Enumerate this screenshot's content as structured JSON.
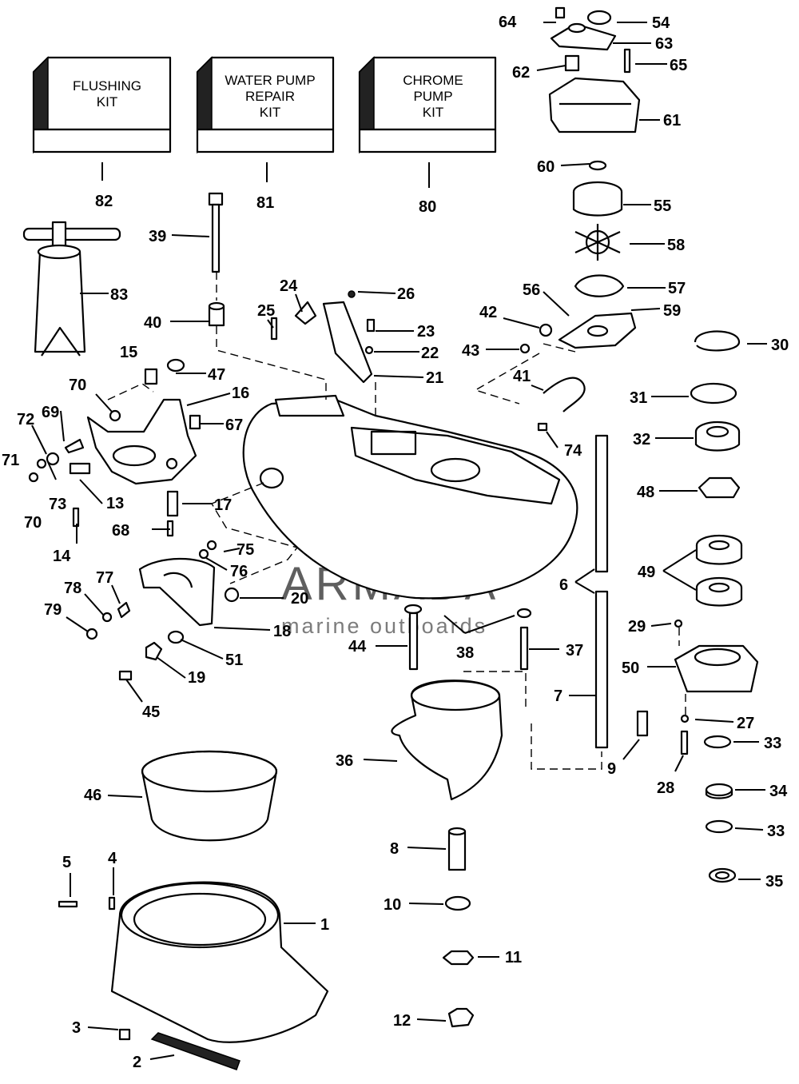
{
  "kits": [
    {
      "id": "82",
      "lines": [
        "FLUSHING",
        "KIT"
      ]
    },
    {
      "id": "81",
      "lines": [
        "WATER PUMP",
        "REPAIR",
        "KIT"
      ]
    },
    {
      "id": "80",
      "lines": [
        "CHROME",
        "PUMP",
        "KIT"
      ]
    }
  ],
  "watermark": {
    "brand": "ARMADA",
    "tagline": "marine outboards",
    "logo_color": "#e8a6c8"
  },
  "callouts": {
    "c1": "1",
    "c2": "2",
    "c3": "3",
    "c4": "4",
    "c5": "5",
    "c6": "6",
    "c7": "7",
    "c8": "8",
    "c9": "9",
    "c10": "10",
    "c11": "11",
    "c12": "12",
    "c13": "13",
    "c14": "14",
    "c15": "15",
    "c16": "16",
    "c17": "17",
    "c18": "18",
    "c19": "19",
    "c20": "20",
    "c21": "21",
    "c22": "22",
    "c23": "23",
    "c24": "24",
    "c25": "25",
    "c26": "26",
    "c27": "27",
    "c28": "28",
    "c29": "29",
    "c30": "30",
    "c31": "31",
    "c32": "32",
    "c33a": "33",
    "c33b": "33",
    "c34": "34",
    "c35": "35",
    "c36": "36",
    "c37": "37",
    "c38": "38",
    "c39": "39",
    "c40": "40",
    "c41": "41",
    "c42": "42",
    "c43": "43",
    "c44": "44",
    "c45": "45",
    "c46": "46",
    "c47": "47",
    "c48": "48",
    "c49": "49",
    "c50": "50",
    "c51": "51",
    "c54": "54",
    "c55": "55",
    "c56": "56",
    "c57": "57",
    "c58": "58",
    "c59": "59",
    "c60": "60",
    "c61": "61",
    "c62": "62",
    "c63": "63",
    "c64": "64",
    "c65": "65",
    "c67": "67",
    "c68": "68",
    "c69": "69",
    "c70a": "70",
    "c70b": "70",
    "c71": "71",
    "c72": "72",
    "c73": "73",
    "c74": "74",
    "c75": "75",
    "c76": "76",
    "c77": "77",
    "c78": "78",
    "c79": "79",
    "c80": "80",
    "c81": "81",
    "c82": "82",
    "c83": "83"
  }
}
